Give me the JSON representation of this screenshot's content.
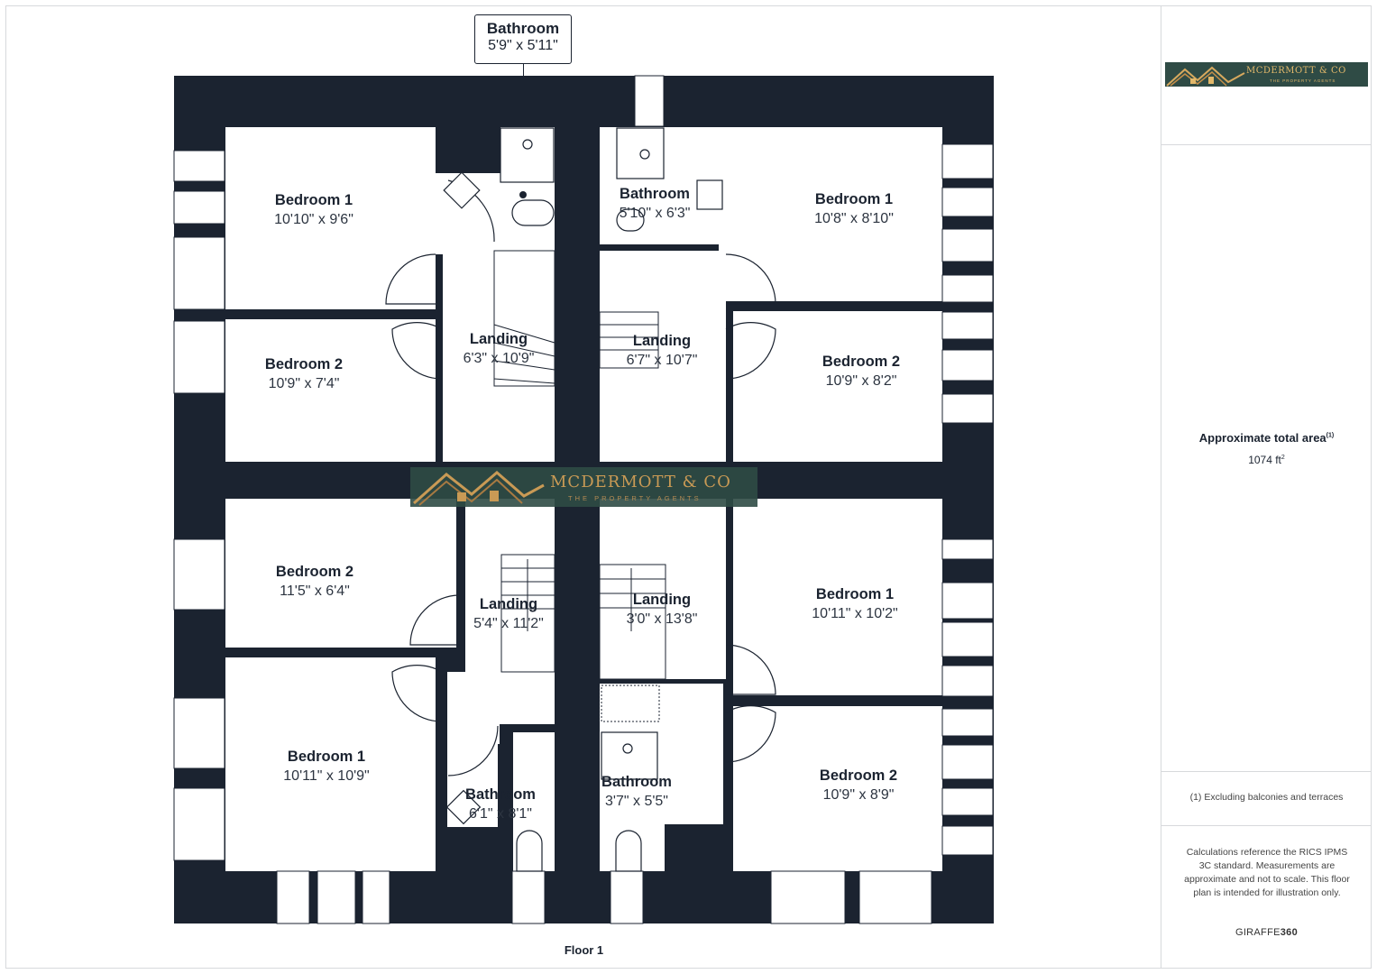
{
  "floor": {
    "label": "Floor 1"
  },
  "brand": {
    "name": "MCDERMOTT & CO",
    "tagline": "THE PROPERTY AGENTS"
  },
  "area": {
    "title": "Approximate total area",
    "title_note": "(1)",
    "value": "1074 ft",
    "unit_sup": "2"
  },
  "footnote": "(1) Excluding balconies and terraces",
  "disclaimer": "Calculations reference the RICS IPMS 3C standard. Measurements are approximate and not to scale. This floor plan is intended for illustration only.",
  "credit": {
    "prefix": "GIRAFFE",
    "suffix": "360"
  },
  "callout": {
    "name": "Bathroom",
    "dims": "5'9\" x 5'11\""
  },
  "rooms": [
    {
      "name": "Bedroom 1",
      "dims": "10'10\" x 9'6\""
    },
    {
      "name": "Bedroom 2",
      "dims": "10'9\" x 7'4\""
    },
    {
      "name": "Landing",
      "dims": "6'3\" x 10'9\""
    },
    {
      "name": "Bathroom",
      "dims": "5'10\" x 6'3\""
    },
    {
      "name": "Landing",
      "dims": "6'7\" x 10'7\""
    },
    {
      "name": "Bedroom 1",
      "dims": "10'8\" x 8'10\""
    },
    {
      "name": "Bedroom 2",
      "dims": "10'9\" x 8'2\""
    },
    {
      "name": "Bedroom 2",
      "dims": "11'5\" x 6'4\""
    },
    {
      "name": "Landing",
      "dims": "5'4\" x 11'2\""
    },
    {
      "name": "Landing",
      "dims": "3'0\" x 13'8\""
    },
    {
      "name": "Bedroom 1",
      "dims": "10'11\" x 10'2\""
    },
    {
      "name": "Bedroom 1",
      "dims": "10'11\" x 10'9\""
    },
    {
      "name": "Bathroom",
      "dims": "6'1\" x 8'1\""
    },
    {
      "name": "Bathroom",
      "dims": "3'7\" x 5'5\""
    },
    {
      "name": "Bedroom 2",
      "dims": "10'9\" x 8'9\""
    }
  ]
}
